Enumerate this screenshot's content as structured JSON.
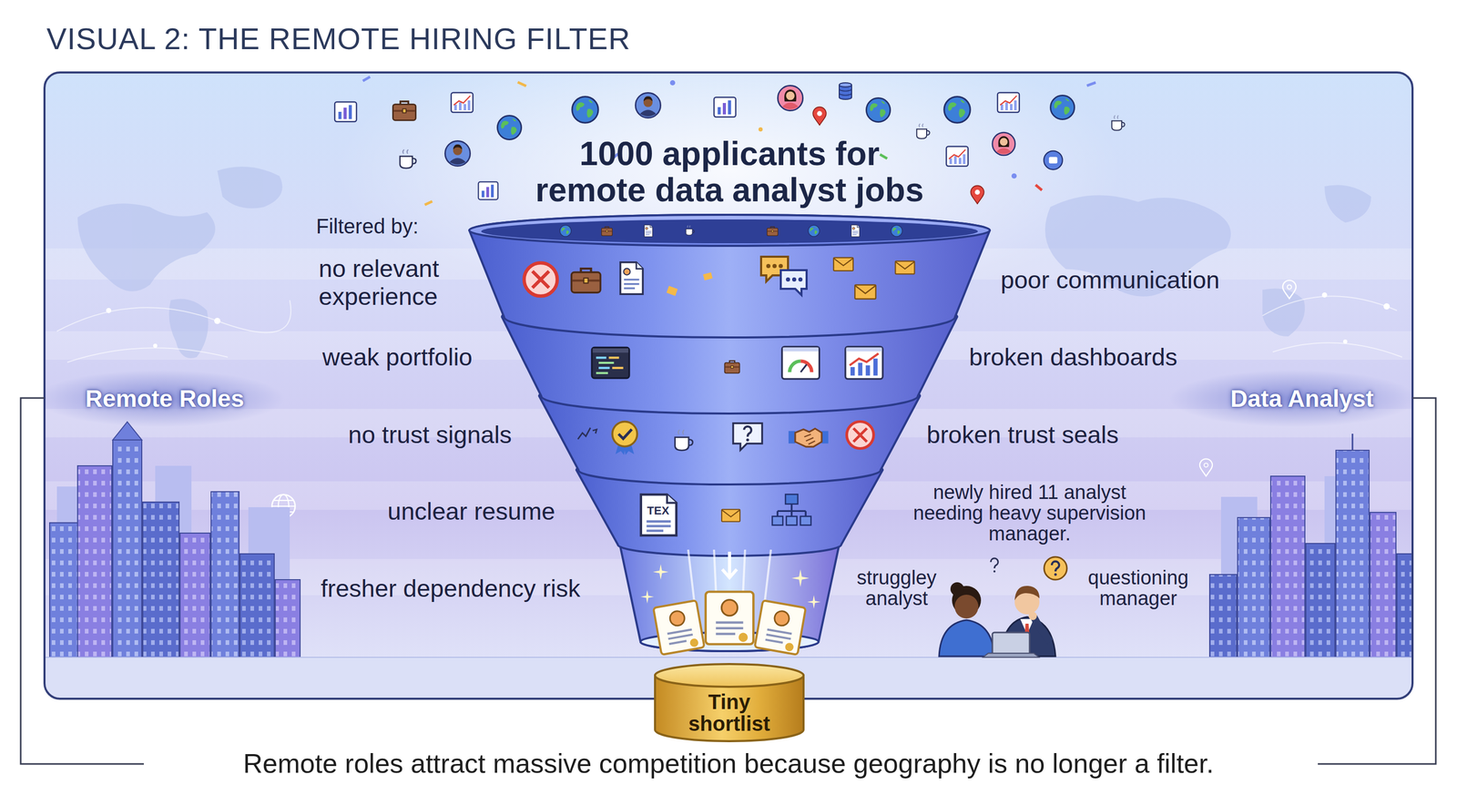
{
  "diagram": {
    "title": "VISUAL 2: THE REMOTE HIRING FILTER",
    "caption": "Remote roles attract massive competition because geography is no longer a filter.",
    "nodes": [
      {
        "text": [
          "1000 applicants for remote data analyst jobs"
        ]
      },
      {
        "text": [
          "Tiny shortlist"
        ]
      }
    ],
    "labels": [
      "Filtered by:",
      "no relevant experience",
      "poor communication",
      "weak portfolio",
      "broken dashboards",
      "Remote Roles",
      "Data Analyst",
      "no trust signals",
      "broken trust seals",
      "newly hired 11 analyst needing heavy supervision manager.",
      "TEX",
      "unclear resume",
      "fresher dependency risk",
      "struggley analyst",
      "questioning manager"
    ]
  }
}
